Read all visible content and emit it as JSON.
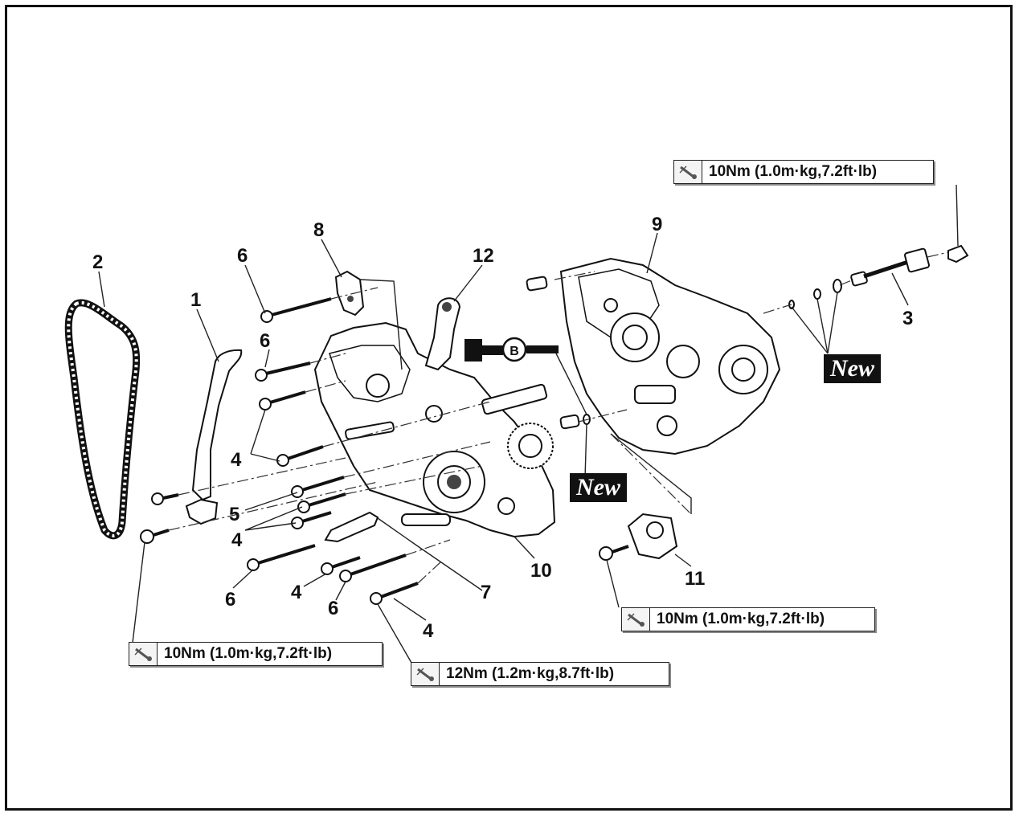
{
  "labels": {
    "l1": "1",
    "l2": "2",
    "l3": "3",
    "l4a": "4",
    "l4b": "4",
    "l4c": "4",
    "l4d": "4",
    "l5": "5",
    "l6a": "6",
    "l6b": "6",
    "l6c": "6",
    "l6d": "6",
    "l7": "7",
    "l8": "8",
    "l9": "9",
    "l10": "10",
    "l11": "11",
    "l12": "12"
  },
  "torque": {
    "top_right": "10Nm (1.0m·kg,7.2ft·lb)",
    "middle_right": "10Nm (1.0m·kg,7.2ft·lb)",
    "bottom_left": "10Nm (1.0m·kg,7.2ft·lb)",
    "bottom_center": "12Nm (1.2m·kg,8.7ft·lb)"
  },
  "badges": {
    "new_right": "New",
    "new_center": "New",
    "lubricant": "B"
  },
  "icons": {
    "torque": "torque-wrench-icon",
    "lubricant": "grease-gun-icon"
  }
}
